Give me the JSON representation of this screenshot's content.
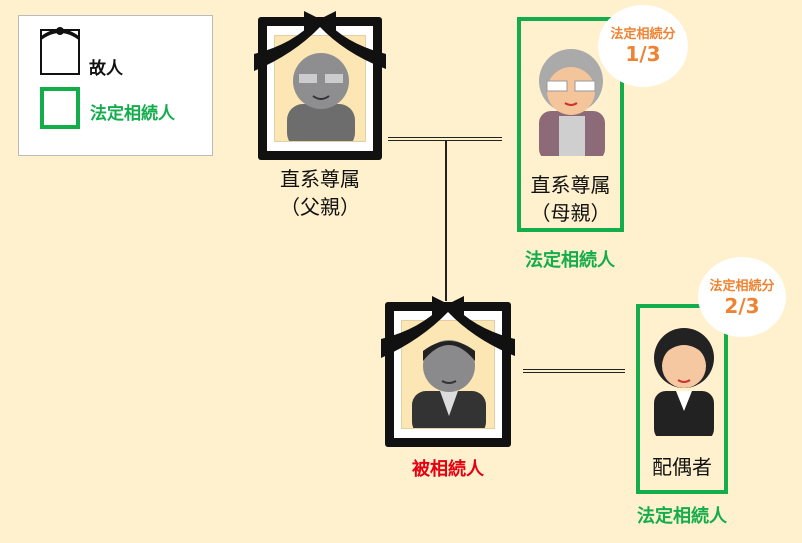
{
  "legend": {
    "deceased_label": "故人",
    "heir_label": "法定相続人"
  },
  "father": {
    "relation": "直系尊属",
    "role": "（父親）"
  },
  "mother": {
    "relation": "直系尊属",
    "role": "（母親）",
    "status": "法定相続人",
    "share_label": "法定相続分",
    "share": "1/3"
  },
  "decedent": {
    "label": "被相続人"
  },
  "spouse": {
    "label": "配偶者",
    "status": "法定相続人",
    "share_label": "法定相続分",
    "share": "2/3"
  },
  "colors": {
    "heir": "#13ad4b",
    "share": "#ee8433",
    "decedent": "#e60012",
    "background": "#fff1cd"
  }
}
